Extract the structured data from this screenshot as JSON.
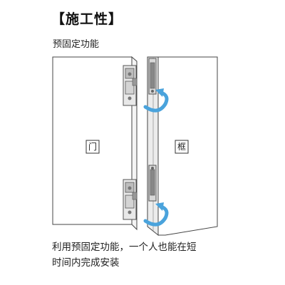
{
  "heading": "【施工性】",
  "subheading": "预固定功能",
  "door_label": "门",
  "frame_label": "框",
  "caption_line1": "利用预固定功能，一个人也能在短",
  "caption_line2": "时间内完成安装",
  "colors": {
    "outline": "#444444",
    "arrow": "#4aa3dc",
    "hinge": "#666666",
    "frame_edge": "#e6e6e6"
  }
}
